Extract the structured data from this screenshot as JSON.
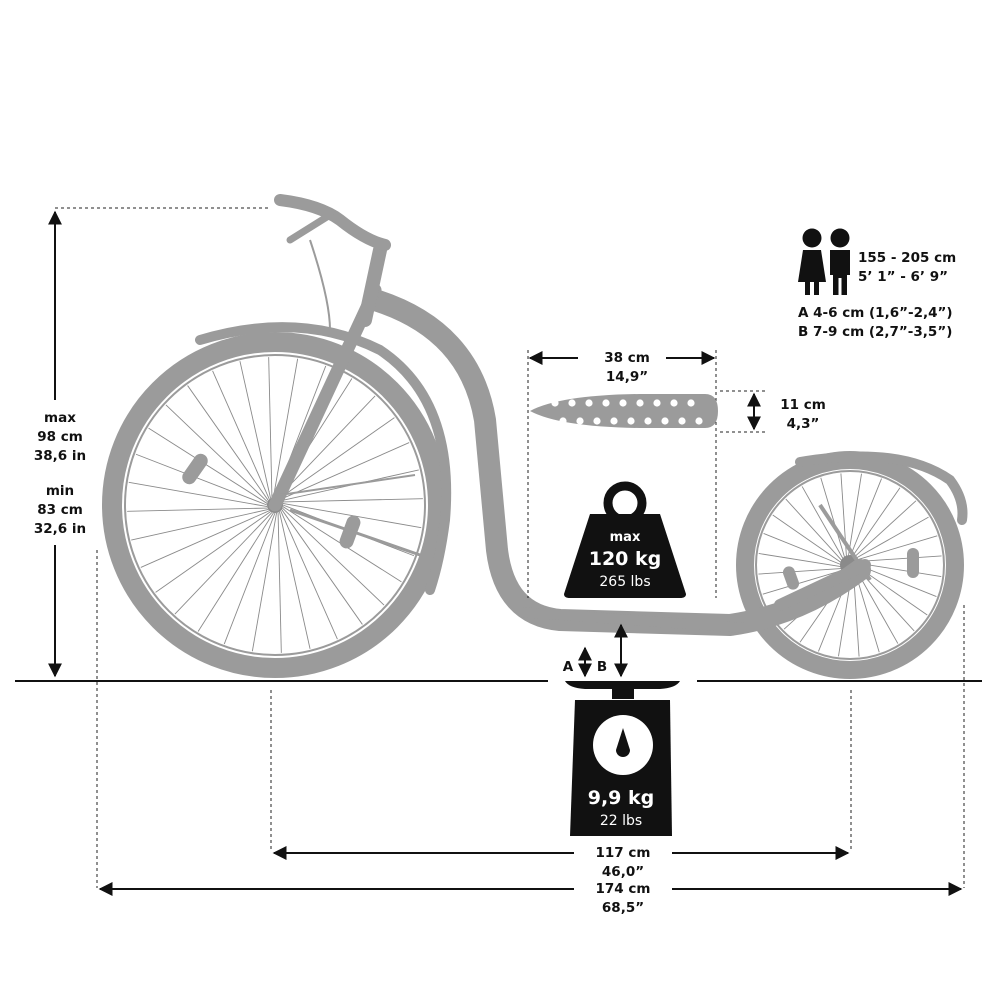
{
  "rider_height": {
    "metric": "155 - 205 cm",
    "imperial": "5’ 1” - 6’ 9”"
  },
  "deck_clearance": {
    "a": "A 4-6 cm (1,6”-2,4”)",
    "b": "B 7-9 cm (2,7”-3,5”)",
    "a_marker": "A",
    "b_marker": "B"
  },
  "deck_length": {
    "metric": "38 cm",
    "imperial": "14,9”"
  },
  "deck_width": {
    "metric": "11 cm",
    "imperial": "4,3”"
  },
  "handlebar_height": {
    "max_label": "max",
    "max_metric": "98 cm",
    "max_imperial": "38,6 in",
    "min_label": "min",
    "min_metric": "83 cm",
    "min_imperial": "32,6 in"
  },
  "max_load": {
    "label": "max",
    "metric": "120 kg",
    "imperial": "265 lbs"
  },
  "weight": {
    "metric": "9,9 kg",
    "imperial": "22 lbs"
  },
  "wheelbase": {
    "metric": "117 cm",
    "imperial": "46,0”"
  },
  "total_length": {
    "metric": "174 cm",
    "imperial": "68,5”"
  },
  "colors": {
    "scooter": "#9b9b9b",
    "ink": "#111111",
    "background": "#ffffff"
  },
  "icons": [
    "rider-woman-icon",
    "rider-man-icon",
    "max-load-weight-icon",
    "weighing-scale-icon"
  ]
}
